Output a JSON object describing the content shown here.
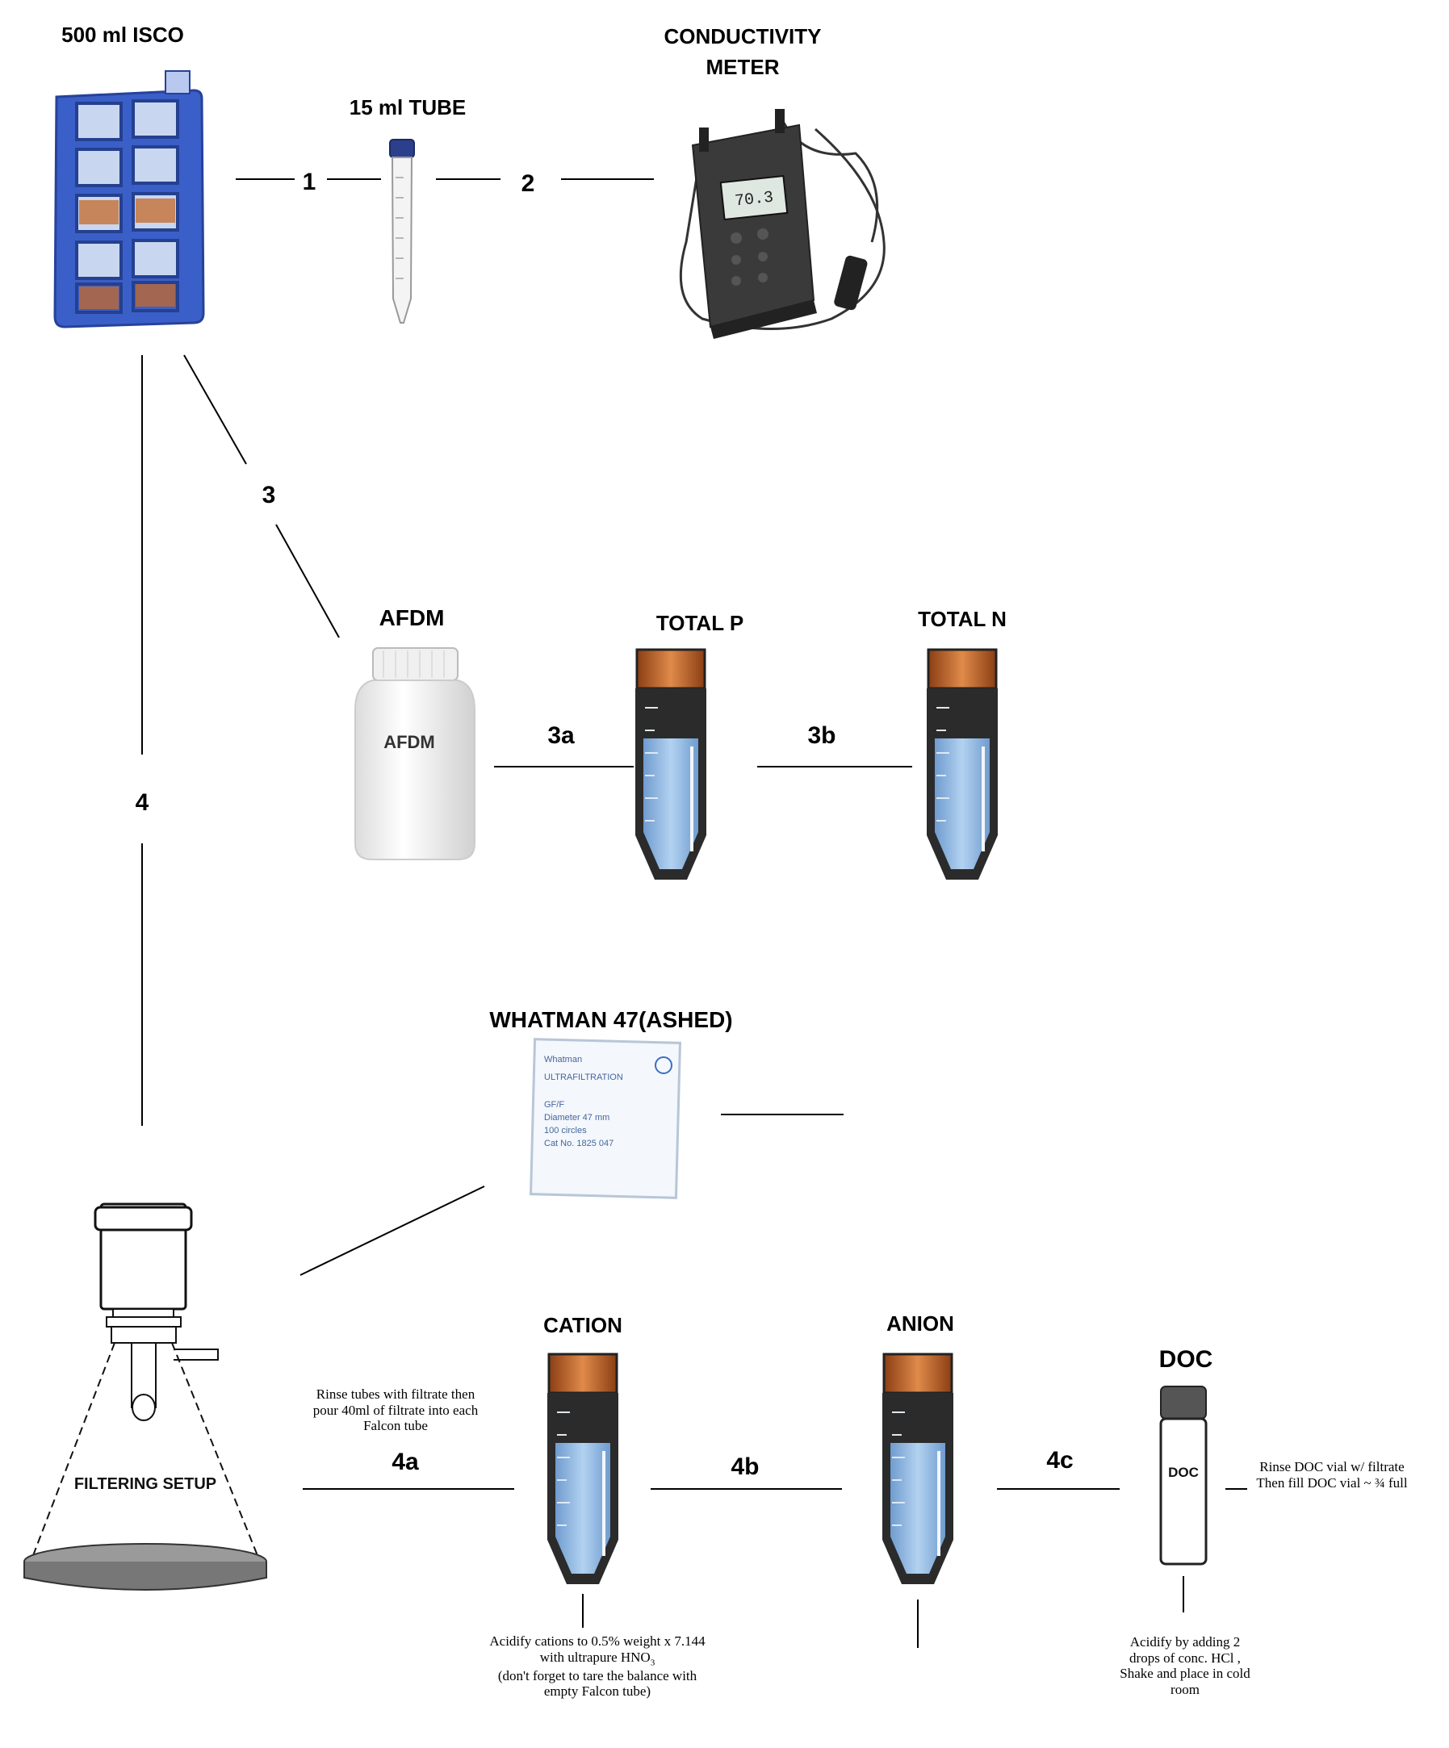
{
  "labels": {
    "isco": "500 ml ISCO",
    "tube15": "15 ml TUBE",
    "conductivity_line1": "CONDUCTIVITY",
    "conductivity_line2": "METER",
    "afdm": "AFDM",
    "total_p": "TOTAL P",
    "total_n": "TOTAL N",
    "whatman": "WHATMAN 47(ASHED)",
    "cation": "CATION",
    "anion": "ANION",
    "doc": "DOC"
  },
  "bottle_labels": {
    "afdm": "AFDM",
    "filter_setup": "FILTERING SETUP",
    "doc_vial": "DOC",
    "meter_display": "70.3"
  },
  "filter_box_text": [
    "Whatman",
    "ULTRAFILTRATION",
    "GF/F",
    "Diameter 47 mm",
    "100 circles",
    "Cat No. 1825 047"
  ],
  "steps": {
    "s1": "1",
    "s2": "2",
    "s3": "3",
    "s3a": "3a",
    "s3b": "3b",
    "s4": "4",
    "s4a": "4a",
    "s4b": "4b",
    "s4c": "4c"
  },
  "notes": {
    "rinse_tubes": [
      "Rinse tubes with filtrate then",
      "pour 40ml of filtrate into each",
      "Falcon tube"
    ],
    "acidify_cations": [
      "Acidify cations to 0.5% weight x 7.144",
      "with ultrapure HNO",
      "(don't forget to tare the balance with",
      "empty Falcon tube)"
    ],
    "acidify_cations_sub": "3",
    "rinse_doc": [
      "Rinse DOC vial w/ filtrate",
      "Then fill DOC vial ~ ¾ full"
    ],
    "acidify_doc": [
      "Acidify by adding 2",
      "drops of conc. HCl ,",
      "Shake and place in cold",
      "room"
    ]
  },
  "colors": {
    "isco_blue": "#3a5fc8",
    "tube_cap_orange": "#c0652a",
    "tube_liquid": "#8fb8e0",
    "tube_body": "#2b2b2b",
    "meter_body": "#333333"
  }
}
